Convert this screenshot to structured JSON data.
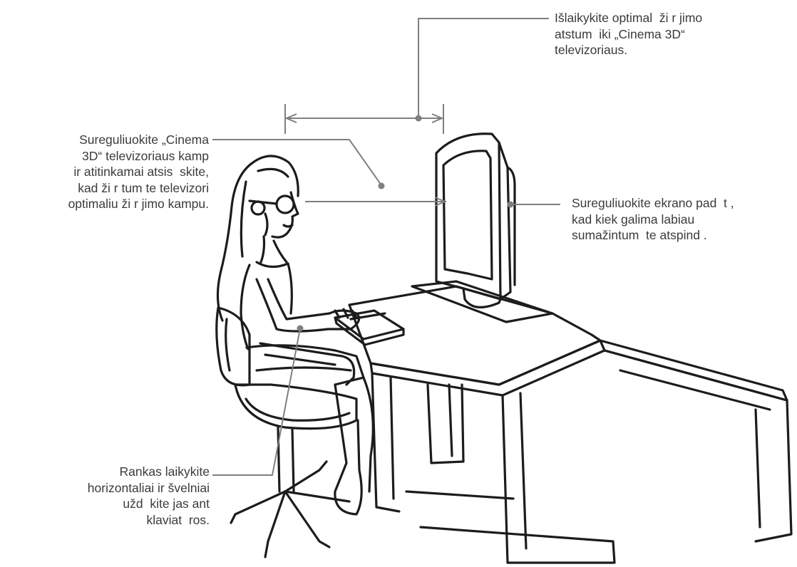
{
  "diagram": {
    "colors": {
      "line_art": "#1c1c1c",
      "leader_lines": "#7f7f7f",
      "text": "#3b3b3b",
      "background": "#ffffff"
    },
    "callouts": {
      "distance": {
        "lines": [
          "Išlaikykite optimal  ži r jimo",
          "atstum  iki „Cinema 3D“",
          "televizoriaus."
        ]
      },
      "angle": {
        "lines": [
          "Sureguliuokite „Cinema",
          "3D“ televizoriaus kamp",
          "ir atitinkamai atsis  skite,",
          "kad ži r tum te televizori",
          "optimaliu ži r jimo kampu."
        ]
      },
      "screen": {
        "lines": [
          "Sureguliuokite ekrano pad  t ,",
          "kad kiek galima labiau",
          "sumažintum  te atspind ."
        ]
      },
      "arms": {
        "lines": [
          "Rankas laikykite",
          "horizontaliai ir švelniai",
          "užd  kite jas ant",
          "klaviat  ros."
        ]
      }
    }
  }
}
